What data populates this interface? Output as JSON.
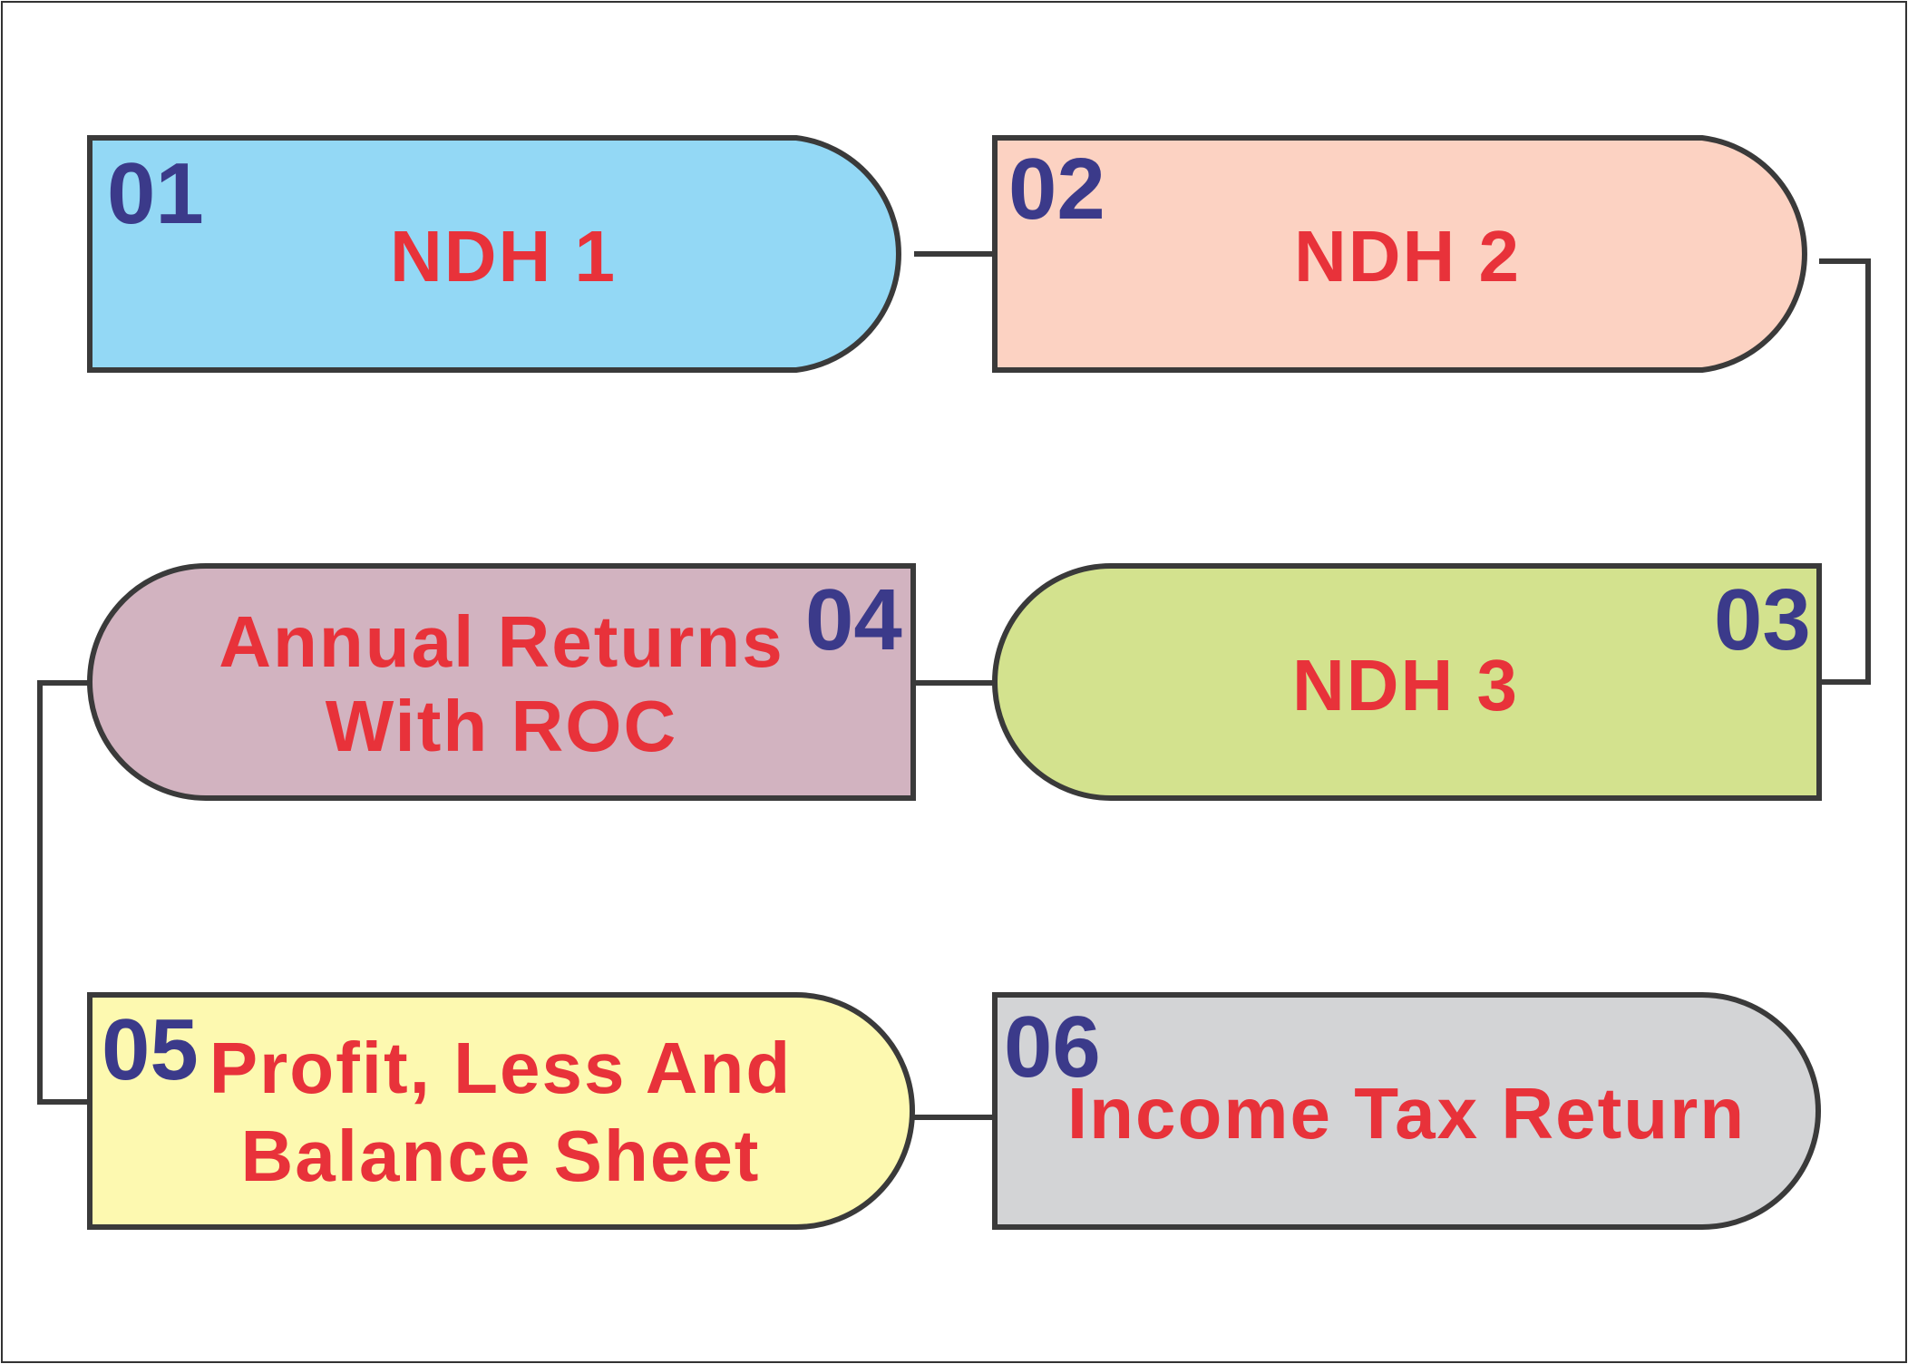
{
  "nodes": [
    {
      "id": "01",
      "number": "01",
      "lines": [
        "NDH 1"
      ],
      "fill": "#93d8f5"
    },
    {
      "id": "02",
      "number": "02",
      "lines": [
        "NDH 2"
      ],
      "fill": "#fcd2c2"
    },
    {
      "id": "03",
      "number": "03",
      "lines": [
        "NDH 3"
      ],
      "fill": "#d3e28e"
    },
    {
      "id": "04",
      "number": "04",
      "lines": [
        "Annual Returns",
        "With ROC"
      ],
      "fill": "#d2b3c0"
    },
    {
      "id": "05",
      "number": "05",
      "lines": [
        "Profit, Less And",
        "Balance Sheet"
      ],
      "fill": "#fdf9b0"
    },
    {
      "id": "06",
      "number": "06",
      "lines": [
        "Income Tax Return"
      ],
      "fill": "#d3d4d6"
    }
  ],
  "colors": {
    "number_text": "#3b3a8a",
    "label_text": "#e8323a",
    "outline": "#3a3a3a"
  }
}
